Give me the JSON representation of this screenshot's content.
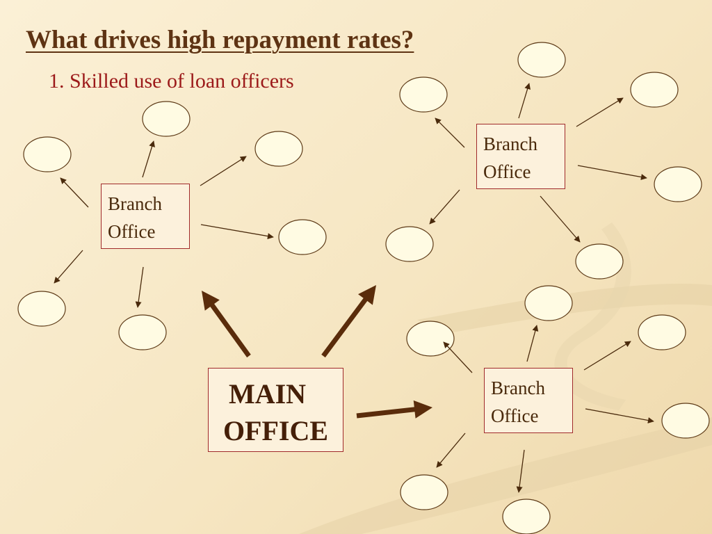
{
  "title": "What drives high repayment rates?",
  "subtitle": "1. Skilled use of  loan officers",
  "main_office": {
    "line1": "MAIN",
    "line2": "OFFICE"
  },
  "branches": [
    {
      "line1": "Branch",
      "line2": "Office"
    },
    {
      "line1": "Branch",
      "line2": "Office"
    },
    {
      "line1": "Branch",
      "line2": "Office"
    }
  ],
  "colors": {
    "title": "#5e3313",
    "subtitle": "#9c1a1a",
    "box_border": "#a0292a",
    "thick_arrow": "#5a2c0b",
    "thin_arrow": "#4a2a0c",
    "node_fill": "#fffbe3",
    "node_stroke": "#5d3a17"
  }
}
